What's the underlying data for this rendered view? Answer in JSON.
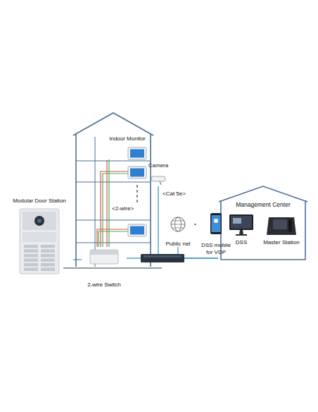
{
  "diagram": {
    "nodes": [
      {
        "text": [
          "Management Center"
        ]
      },
      {
        "text": [
          "DSS"
        ],
        "in": 0
      },
      {
        "text": [
          "Master Station"
        ],
        "in": 0
      },
      {
        "text": [
          "Modular Door Station"
        ]
      },
      {
        "text": [
          "2-wire Switch"
        ]
      },
      {
        "text": [
          "Indoor Monitor"
        ]
      },
      {
        "text": [
          "Camera"
        ]
      },
      {
        "text": [
          "Public net"
        ]
      },
      {
        "text": [
          "DSS mobile for VDP"
        ]
      }
    ],
    "edges": [
      {
        "from": 3,
        "to": 4,
        "arrow": "none"
      },
      {
        "from": 4,
        "to": 5,
        "arrow": "none"
      },
      {
        "from": 4,
        "to": 0,
        "arrow": "none"
      },
      {
        "from": 6,
        "to": 0,
        "arrow": "none"
      },
      {
        "from": 7,
        "to": 0,
        "arrow": "none"
      },
      {
        "from": 7,
        "to": 8,
        "arrow": "none"
      }
    ],
    "labels": [
      "<2-wire>",
      "<Cat 5e>"
    ]
  }
}
